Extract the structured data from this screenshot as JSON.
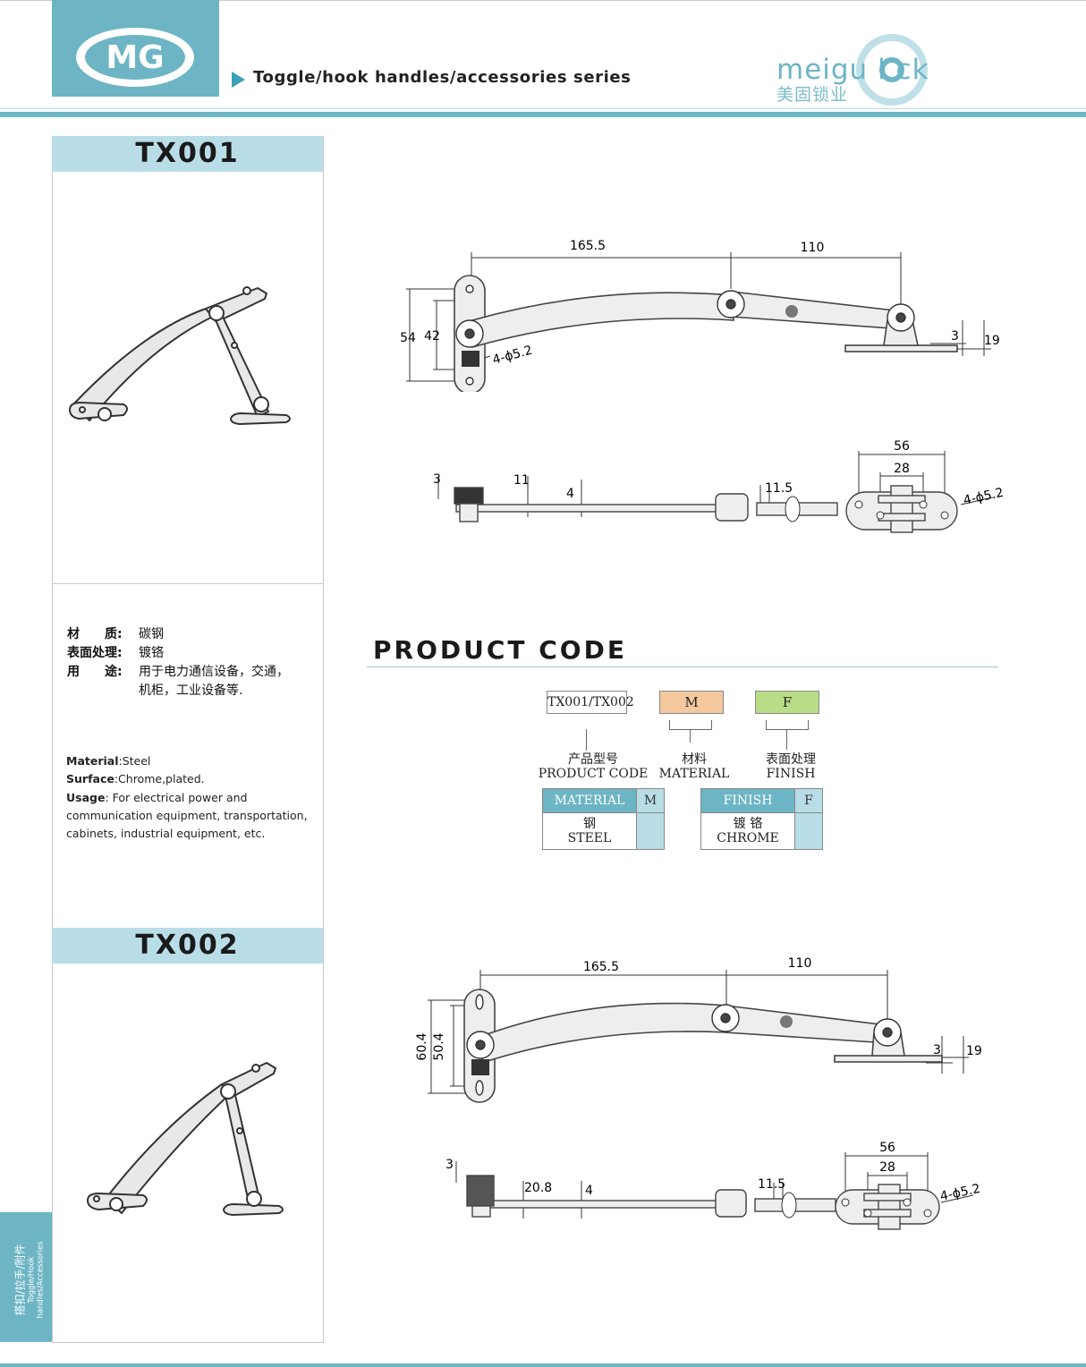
{
  "header": {
    "logo_text": "MG",
    "series_title": "Toggle/hook handles/accessories series",
    "brand_en": "meigu l ck",
    "brand_cn": "美固锁业"
  },
  "models": [
    {
      "code": "TX001"
    },
    {
      "code": "TX002"
    }
  ],
  "specs_cn": {
    "material_label": "材　　质:",
    "material_value": "碳钢",
    "surface_label": "表面处理:",
    "surface_value": "镀铬",
    "usage_label": "用　　途:",
    "usage_value_1": "用于电力通信设备，交通，",
    "usage_value_2": "机柜，工业设备等."
  },
  "specs_en": {
    "material_label": "Material",
    "material_value": ":Steel",
    "surface_label": "Surface",
    "surface_value": ":Chrome,plated.",
    "usage_label": "Usage",
    "usage_value": ":  For electrical power and communication equipment, transportation, cabinets, industrial equipment, etc."
  },
  "side_tab": {
    "cn": "搭扣/拉手/附件",
    "en": "Toggle/Hook handles/Accessories"
  },
  "product_code": {
    "title": "PRODUCT CODE",
    "segments": [
      {
        "code": "TX001/TX002",
        "label_cn": "产品型号",
        "label_en": "PRODUCT CODE",
        "color": "#ffffff"
      },
      {
        "code": "M",
        "label_cn": "材料",
        "label_en": "MATERIAL",
        "color": "#f5c89e"
      },
      {
        "code": "F",
        "label_cn": "表面处理",
        "label_en": "FINISH",
        "color": "#b9dd86"
      }
    ],
    "material_table": {
      "header": "MATERIAL",
      "code_header": "M",
      "value_cn": "钢",
      "value_en": "STEEL"
    },
    "finish_table": {
      "header": "FINISH",
      "code_header": "F",
      "value_cn": "镀 铬",
      "value_en": "CHROME"
    }
  },
  "drawing_tx001": {
    "side": {
      "len_a": "165.5",
      "len_b": "110",
      "h_outer": "54",
      "h_inner": "42",
      "holes": "4-ϕ5.2",
      "offset": "3",
      "height": "19"
    },
    "top": {
      "d3": "3",
      "d11": "11",
      "d4": "4",
      "d115": "11.5",
      "w56": "56",
      "w28": "28",
      "holes": "4-ϕ5.2"
    }
  },
  "drawing_tx002": {
    "side": {
      "len_a": "165.5",
      "len_b": "110",
      "h_outer": "60.4",
      "h_inner": "50.4",
      "offset": "3",
      "height": "19"
    },
    "top": {
      "d3": "3",
      "d208": "20.8",
      "d4": "4",
      "d115": "11.5",
      "w56": "56",
      "w28": "28",
      "holes": "4-ϕ5.2"
    }
  }
}
